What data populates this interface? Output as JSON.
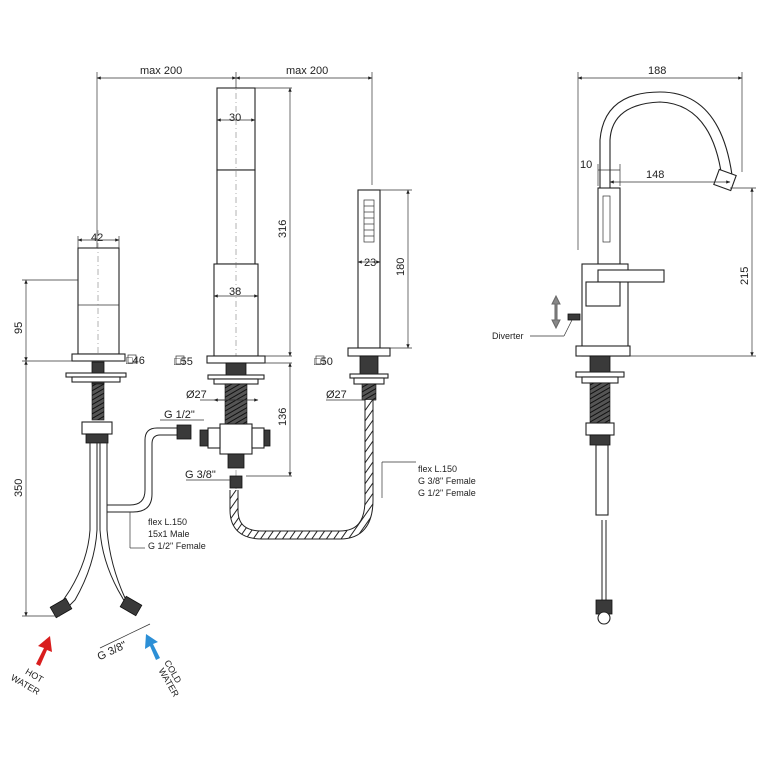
{
  "dimensions": {
    "top_max_left": "max 200",
    "top_max_right": "max 200",
    "width_188": "188",
    "d_30": "30",
    "d_316": "316",
    "d_42": "42",
    "d_95": "95",
    "d_38": "38",
    "d_180": "180",
    "d_23": "23",
    "d_10": "10",
    "d_148": "148",
    "d_215": "215",
    "sq_46": "□46",
    "sq_55": "□55",
    "sq_50": "□50",
    "dia_27_left": "Ø27",
    "dia_27_right": "Ø27",
    "g_half": "G 1/2\"",
    "d_136": "136",
    "g_three_eighths": "G 3/8\"",
    "d_350": "350",
    "g_three_eighths_inlet": "G 3/8\""
  },
  "notes": {
    "flex_left": [
      "flex L.150",
      "15x1 Male",
      "G 1/2\" Female"
    ],
    "flex_right": [
      "flex L.150",
      "G 3/8\" Female",
      "G 1/2\" Female"
    ],
    "diverter": "Diverter"
  },
  "water": {
    "hot": [
      "HOT",
      "WATER"
    ],
    "cold": [
      "COLD",
      "WATER"
    ],
    "hot_color": "#d91e1e",
    "cold_color": "#2c8fd6"
  }
}
